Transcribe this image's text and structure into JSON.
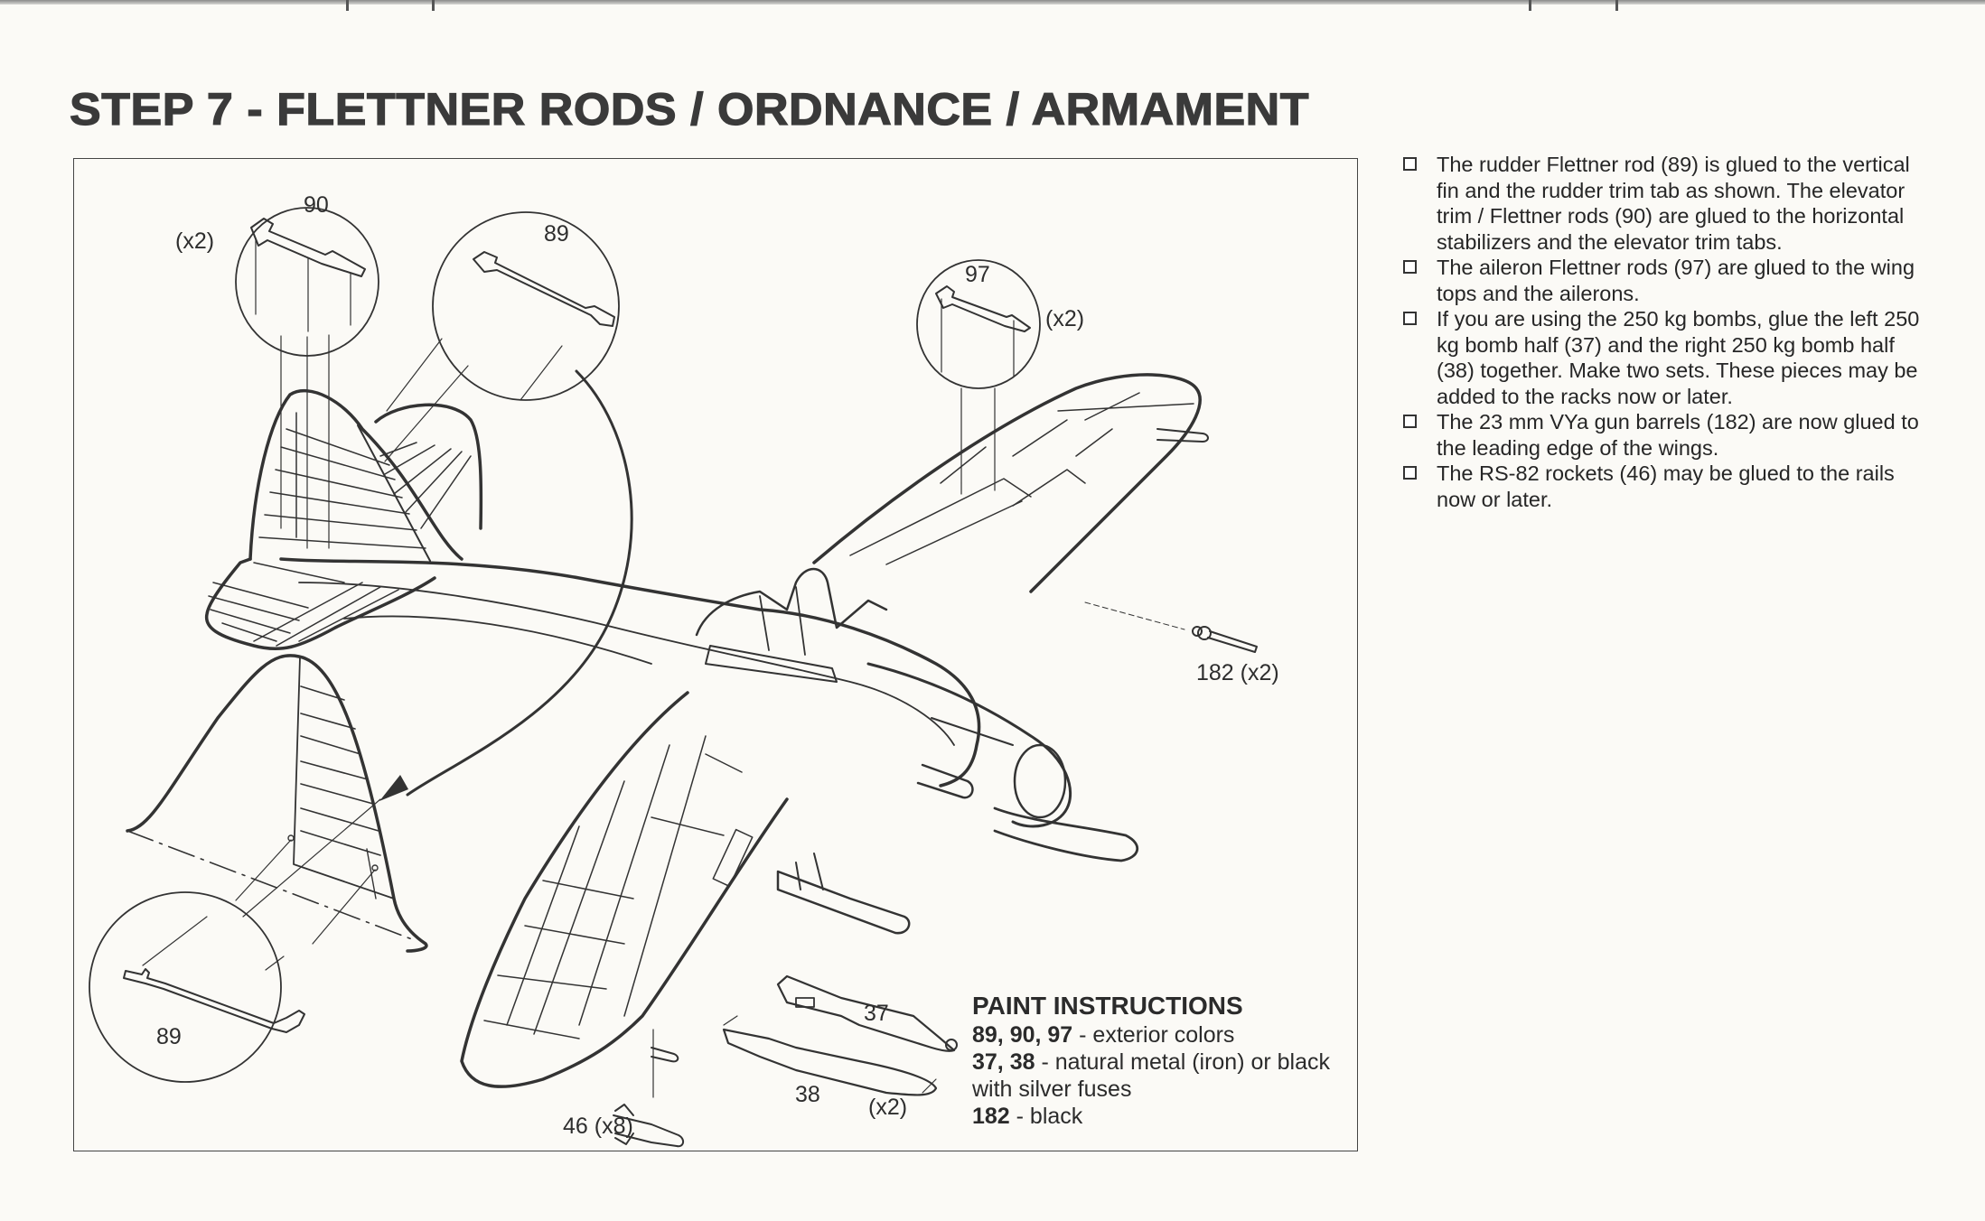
{
  "page": {
    "title": "STEP 7 - FLETTNER RODS / ORDNANCE / ARMAMENT",
    "paper_color": "#fbfaf6",
    "ink_color": "#2a2a2a"
  },
  "instructions": [
    {
      "text": "The rudder Flettner rod (89) is glued to the vertical fin and the rudder trim tab as shown. The elevator trim / Flettner rods (90) are glued to the horizontal stabilizers and the elevator trim tabs.",
      "checked": false
    },
    {
      "text": "The aileron Flettner rods (97) are glued to the wing tops and the ailerons.",
      "checked": false
    },
    {
      "text": "If you are using the 250 kg bombs, glue the left 250 kg bomb half (37) and the right 250 kg bomb half (38) together. Make two sets. These pieces may be added to the racks now or later.",
      "checked": false
    },
    {
      "text": "The 23 mm VYa gun barrels (182) are now glued to the leading edge of the wings.",
      "checked": false
    },
    {
      "text": "The RS-82 rockets (46) may be glued to the rails now or later.",
      "checked": false
    }
  ],
  "diagram": {
    "callouts": {
      "part_90": "90",
      "part_90_qty": "(x2)",
      "part_89_top": "89",
      "part_97": "97",
      "part_97_qty": "(x2)",
      "part_182": "182 (x2)",
      "part_89_detail": "89",
      "part_37": "37",
      "part_38": "38",
      "bomb_qty": "(x2)",
      "part_46": "46 (x8)"
    },
    "icons": [
      "detail-circle-90",
      "detail-circle-89",
      "detail-circle-97",
      "detail-circle-89-rudder",
      "aircraft-illustration",
      "rudder-detail",
      "direction-arrow",
      "gun-barrel",
      "bomb",
      "rocket"
    ]
  },
  "paint": {
    "heading": "PAINT INSTRUCTIONS",
    "items": [
      {
        "parts": "89, 90, 97",
        "desc": " - exterior colors"
      },
      {
        "parts": "37, 38",
        "desc": " - natural metal (iron) or black with silver fuses"
      },
      {
        "parts": "182",
        "desc": " - black"
      }
    ]
  }
}
